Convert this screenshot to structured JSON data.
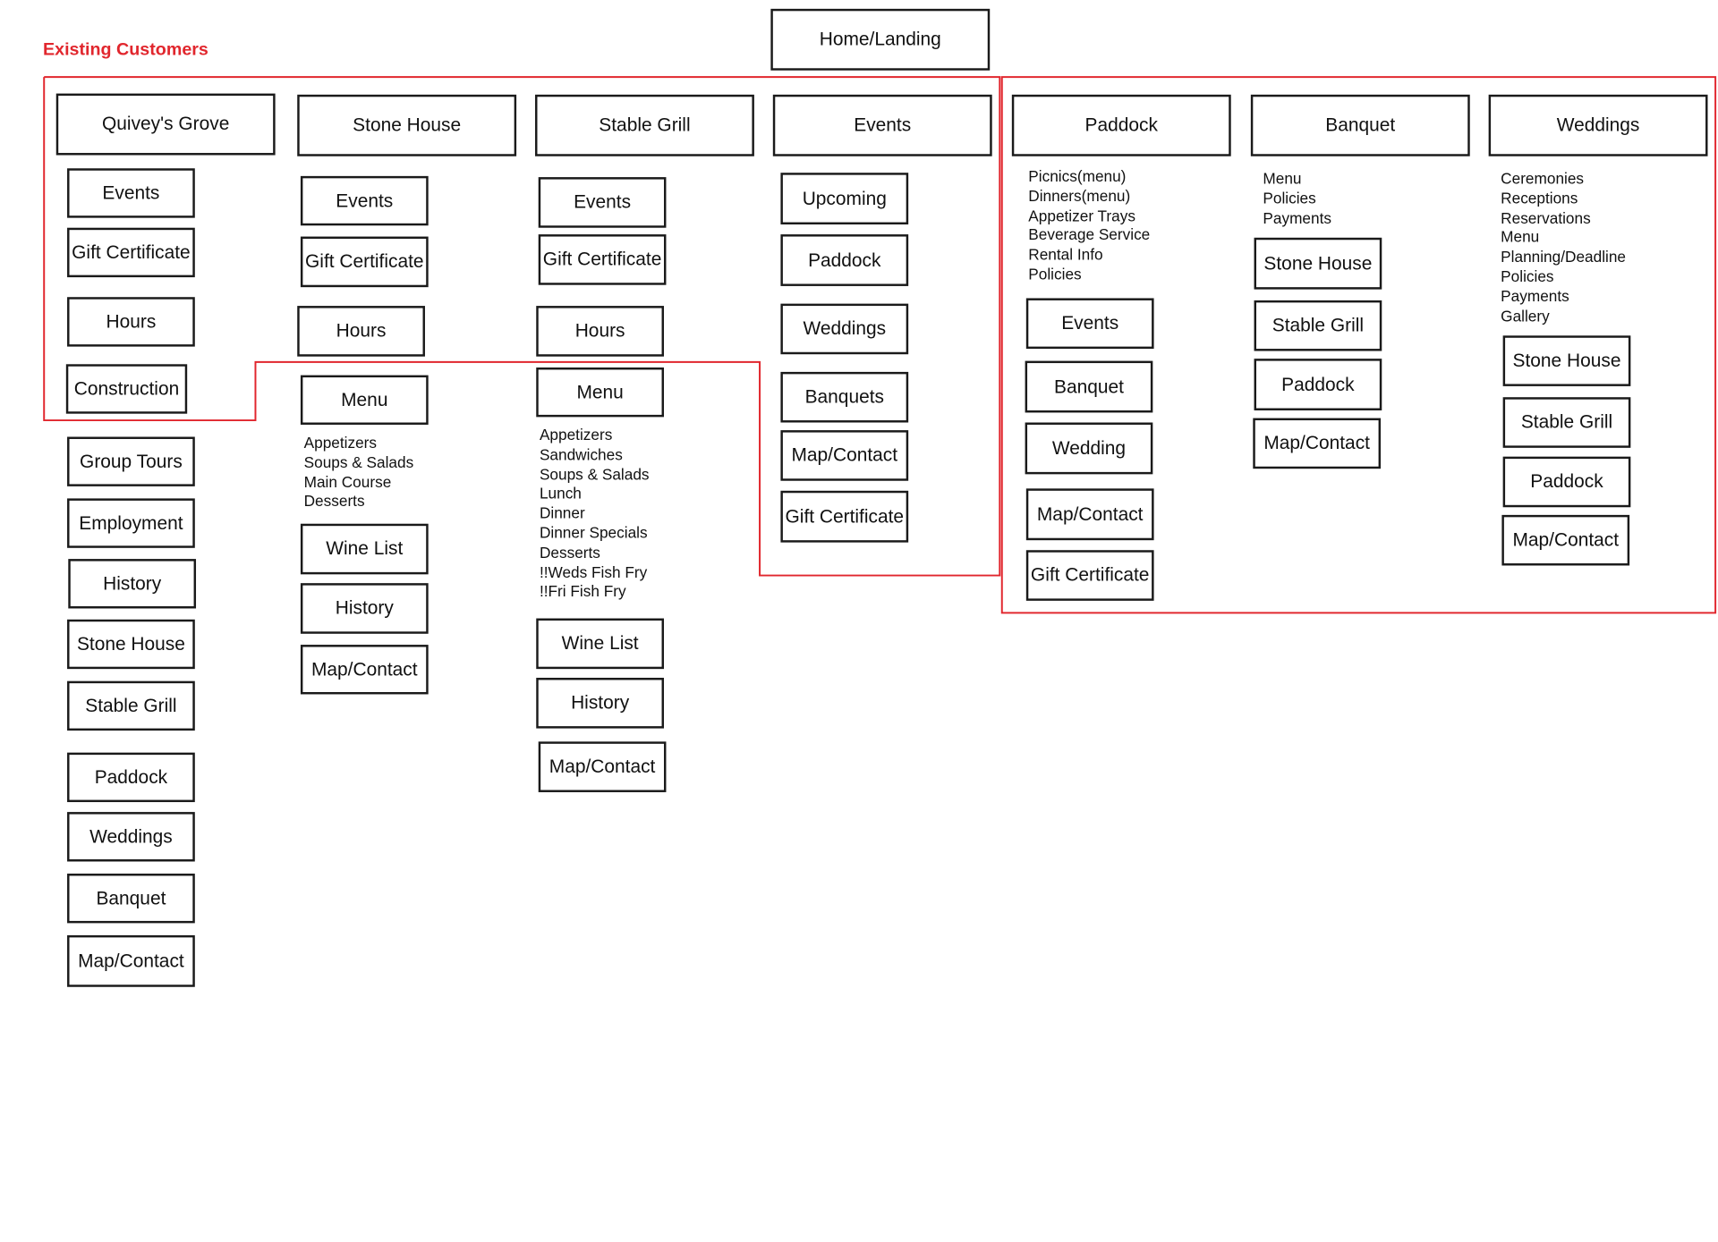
{
  "legend": {
    "label": "Existing Customers",
    "color": "#e1262d"
  },
  "home": "Home/Landing",
  "columns": {
    "quiveys": {
      "title": "Quivey's Grove",
      "items": [
        "Events",
        "Gift Certificate",
        "Hours",
        "Construction",
        "Group Tours",
        "Employment",
        "History",
        "Stone House",
        "Stable Grill",
        "Paddock",
        "Weddings",
        "Banquet",
        "Map/Contact"
      ]
    },
    "stonehouse": {
      "title": "Stone House",
      "items": [
        "Events",
        "Gift Certificate",
        "Hours",
        "Menu",
        "Wine List",
        "History",
        "Map/Contact"
      ],
      "menu_sections": [
        "Appetizers",
        "Soups & Salads",
        "Main Course",
        "Desserts"
      ]
    },
    "stablegrill": {
      "title": "Stable Grill",
      "items": [
        "Events",
        "Gift Certificate",
        "Hours",
        "Menu",
        "Wine List",
        "History",
        "Map/Contact"
      ],
      "menu_sections": [
        "Appetizers",
        "Sandwiches",
        "Soups & Salads",
        "Lunch",
        "Dinner",
        "Dinner Specials",
        "Desserts",
        "!!Weds Fish Fry",
        "!!Fri Fish Fry"
      ]
    },
    "events": {
      "title": "Events",
      "items": [
        "Upcoming",
        "Paddock",
        "Weddings",
        "Banquets",
        "Map/Contact",
        "Gift Certificate"
      ]
    },
    "paddock": {
      "title": "Paddock",
      "notes": [
        "Picnics(menu)",
        "Dinners(menu)",
        "Appetizer Trays",
        "Beverage Service",
        "Rental Info",
        "Policies"
      ],
      "items": [
        "Events",
        "Banquet",
        "Wedding",
        "Map/Contact",
        "Gift Certificate"
      ]
    },
    "banquet": {
      "title": "Banquet",
      "notes": [
        "Menu",
        "Policies",
        "Payments"
      ],
      "items": [
        "Stone House",
        "Stable Grill",
        "Paddock",
        "Map/Contact"
      ]
    },
    "weddings": {
      "title": "Weddings",
      "notes": [
        "Ceremonies",
        "Receptions",
        "Reservations",
        "Menu",
        "Planning/Deadline",
        "Policies",
        "Payments",
        "Gallery"
      ],
      "items": [
        "Stone House",
        "Stable Grill",
        "Paddock",
        "Map/Contact"
      ]
    }
  }
}
